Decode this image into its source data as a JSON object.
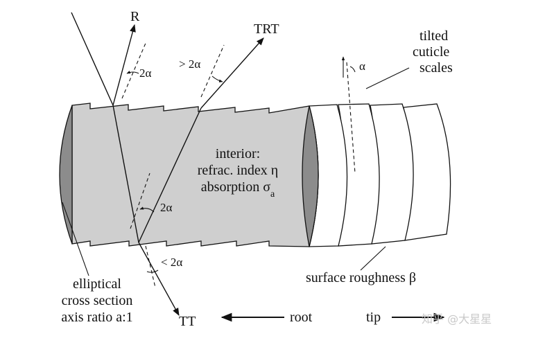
{
  "labels": {
    "r": "R",
    "trt": "TRT",
    "tt": "TT",
    "angle_r": "2α",
    "angle_trt": "> 2α",
    "angle_interior": "2α",
    "angle_tt": "< 2α",
    "alpha": "α",
    "tilted_1": "tilted",
    "tilted_2": "cuticle",
    "tilted_3": "scales",
    "interior_1": "interior:",
    "interior_2": "refrac. index η",
    "interior_3_main": "absorption σ",
    "interior_3_sub": "a",
    "elliptical_1": "elliptical",
    "elliptical_2": "cross section",
    "elliptical_3": "axis ratio a:1",
    "surface": "surface roughness β",
    "root": "root",
    "tip": "tip"
  },
  "watermark": "知乎 @大星星",
  "colors": {
    "hair_fill": "#cfcfcf",
    "cap_fill": "#8c8c8c",
    "stroke": "#111111"
  }
}
